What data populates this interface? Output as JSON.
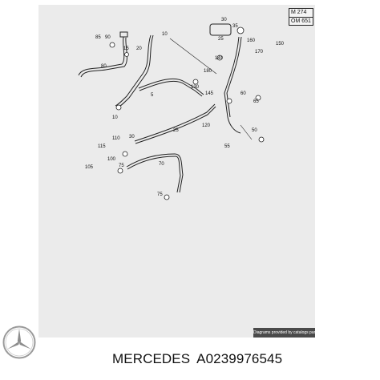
{
  "diagram": {
    "engine_codes": [
      "M 274",
      "OM 651"
    ],
    "callouts": [
      "85",
      "90",
      "10",
      "15",
      "20",
      "80",
      "5",
      "10",
      "30",
      "35",
      "25",
      "160",
      "150",
      "170",
      "140",
      "180",
      "130",
      "145",
      "120",
      "60",
      "65",
      "25",
      "110",
      "30",
      "115",
      "75",
      "100",
      "70",
      "105",
      "50",
      "55",
      "75"
    ],
    "credit": "Diagrams provided by catalogs parts"
  },
  "product": {
    "brand": "MERCEDES",
    "part_number": "A0239976545",
    "logo": "mercedes-star-logo"
  }
}
